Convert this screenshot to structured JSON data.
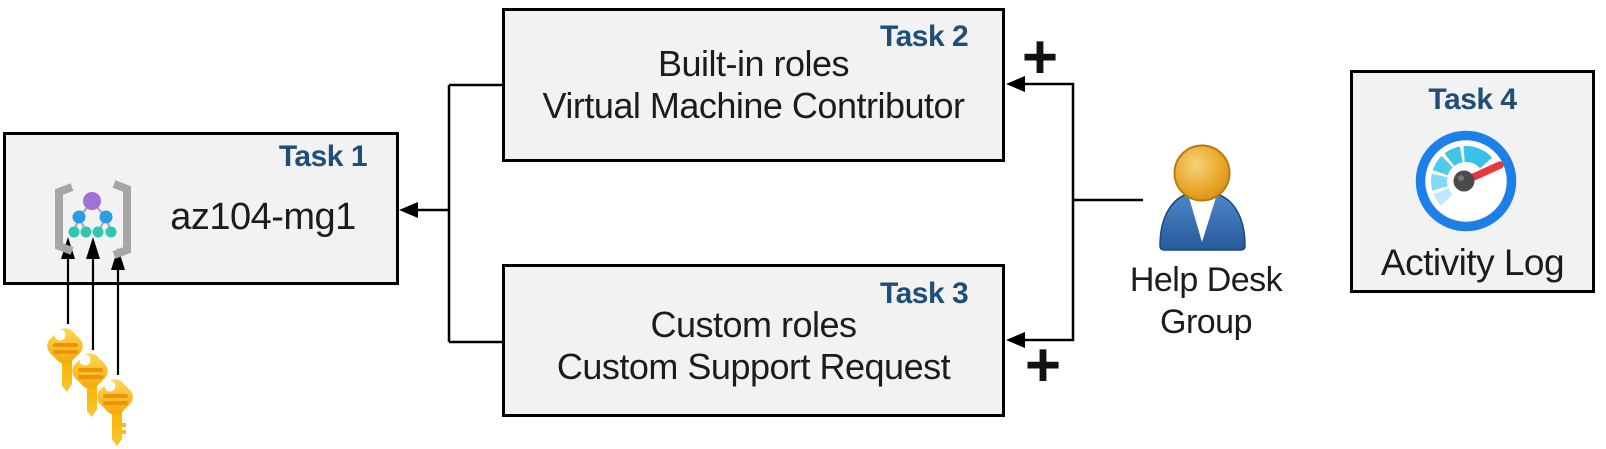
{
  "diagram": {
    "tasks": [
      {
        "id": "task1",
        "label": "Task 1",
        "name": "az104-mg1",
        "icon": "management-group-icon"
      },
      {
        "id": "task2",
        "label": "Task 2",
        "line1": "Built-in roles",
        "line2": "Virtual Machine Contributor"
      },
      {
        "id": "task3",
        "label": "Task 3",
        "line1": "Custom roles",
        "line2": "Custom Support Request"
      },
      {
        "id": "task4",
        "label": "Task 4",
        "name": "Activity Log",
        "icon": "activity-log-gauge-icon"
      }
    ],
    "actor": {
      "line1": "Help Desk",
      "line2": "Group",
      "icon": "user-icon"
    },
    "keys_icon": "keys-icon",
    "plus": "+",
    "colors": {
      "task_label": "#1F4E79",
      "box_fill": "#F2F2F2",
      "box_border": "#000000",
      "connector": "#000000",
      "gauge_ring_blue": "#1D7FE8",
      "gauge_needle_red": "#E8373D",
      "gauge_segment_light": "#BFE9FA",
      "gauge_segment_dark": "#38C2EA",
      "key_gold": "#F9B400",
      "person_body_blue": "#2F66A8",
      "person_head_orange": "#E8A82C",
      "mg_purple": "#A171D6",
      "mg_blue": "#2E9BE6",
      "mg_teal": "#2FC7B2",
      "bracket_gray": "#A6A6A6"
    }
  }
}
